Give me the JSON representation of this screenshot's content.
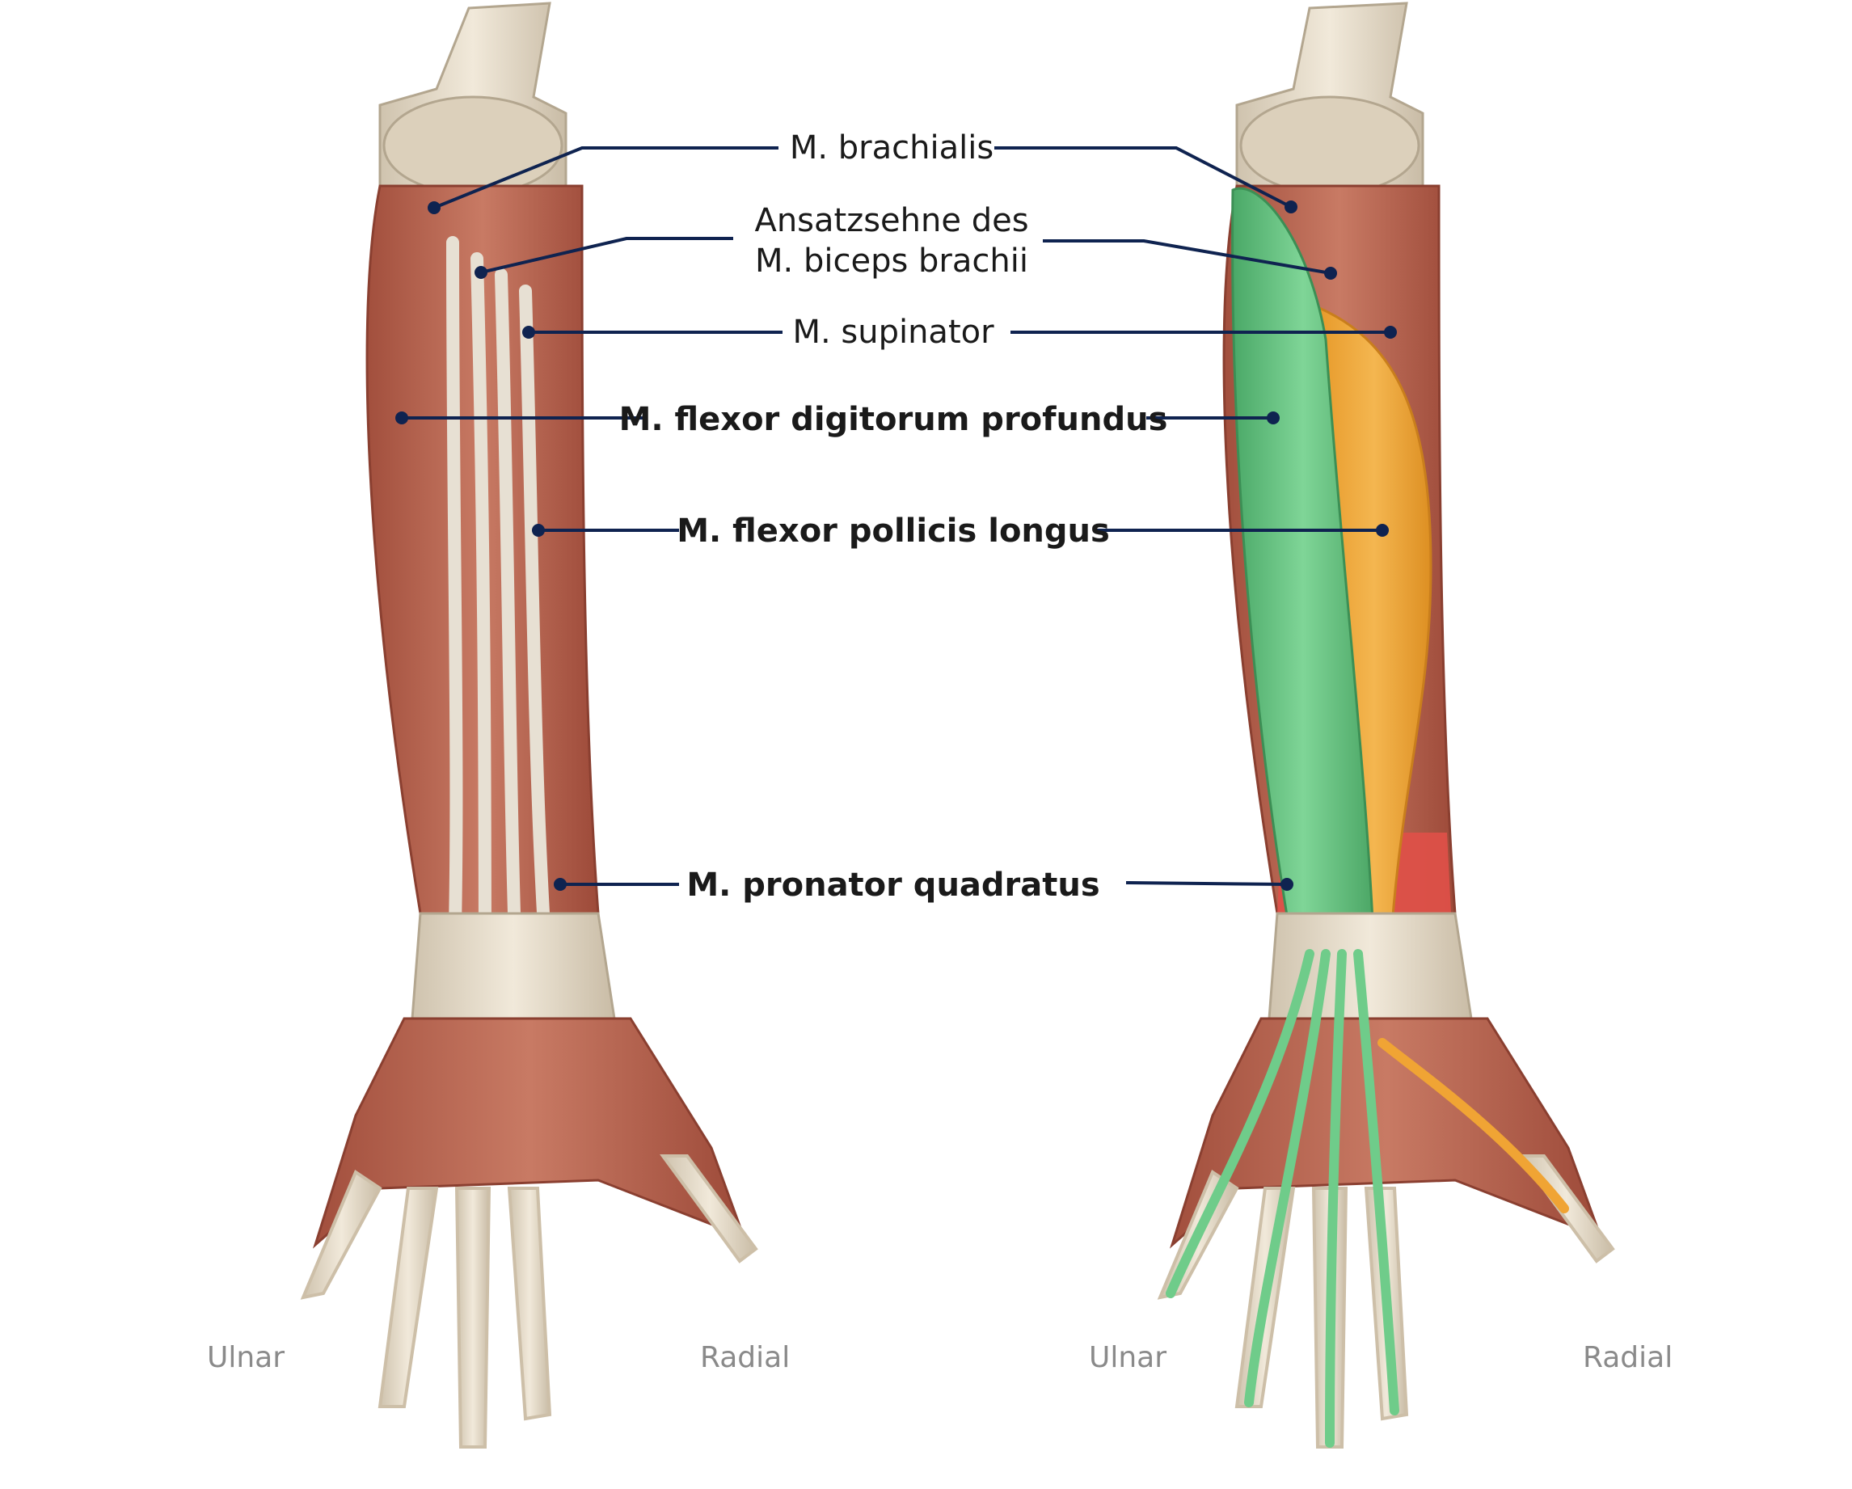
{
  "labels": {
    "brachialis": "M. brachialis",
    "biceps_line1": "Ansatzsehne des",
    "biceps_line2": "M. biceps brachii",
    "supinator": "M. supinator",
    "fdp": "M. flexor digitorum profundus",
    "fpl": "M. flexor pollicis longus",
    "pronator": "M. pronator quadratus"
  },
  "sides": {
    "left_ulnar": "Ulnar",
    "left_radial": "Radial",
    "right_ulnar": "Ulnar",
    "right_radial": "Radial"
  },
  "colors": {
    "leader": "#0f2350",
    "muscle": "#b9634f",
    "tendon": "#e4ddd0",
    "bone": "#e8dcc8",
    "fdp_highlight": "#5cbf7a",
    "fpl_highlight": "#f0a434",
    "pronator_highlight": "#e05048"
  }
}
